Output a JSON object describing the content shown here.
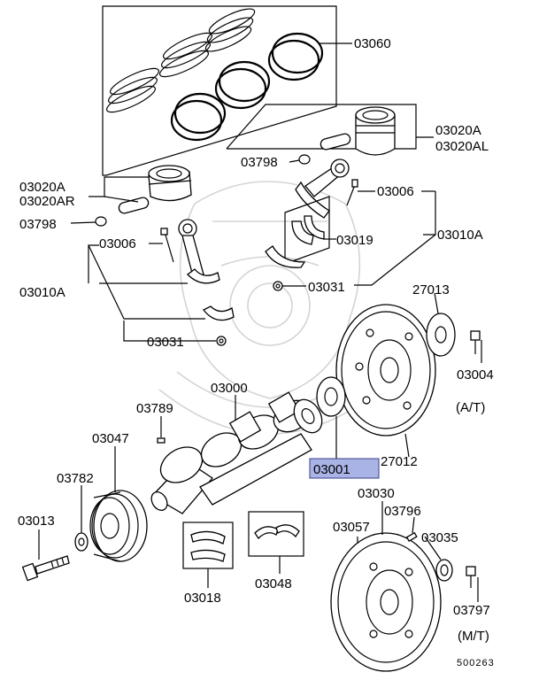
{
  "labels": {
    "p03060": "03060",
    "p03020a_right": "03020A",
    "p03020al": "03020AL",
    "p03798_right": "03798",
    "p03006_right": "03006",
    "p03020a_left": "03020A",
    "p03020ar": "03020AR",
    "p03798_left": "03798",
    "p03006_left": "03006",
    "p03019": "03019",
    "p03010a_right": "03010A",
    "p03010a_left": "03010A",
    "p03031_right": "03031",
    "p03031_left": "03031",
    "p27013": "27013",
    "p03004": "03004",
    "p03000": "03000",
    "p03789": "03789",
    "p03047": "03047",
    "p03001": "03001",
    "p27012": "27012",
    "p03782": "03782",
    "p03013": "03013",
    "p03030": "03030",
    "p03796": "03796",
    "p03057": "03057",
    "p03035": "03035",
    "p03018": "03018",
    "p03048": "03048",
    "p03797": "03797"
  },
  "notes": {
    "at": "(A/T)",
    "mt": "(M/T)"
  },
  "diagram_id": "500263",
  "colors": {
    "highlight": "#a9b3e6",
    "line": "#000000",
    "watermark": "#d4d4d4"
  }
}
